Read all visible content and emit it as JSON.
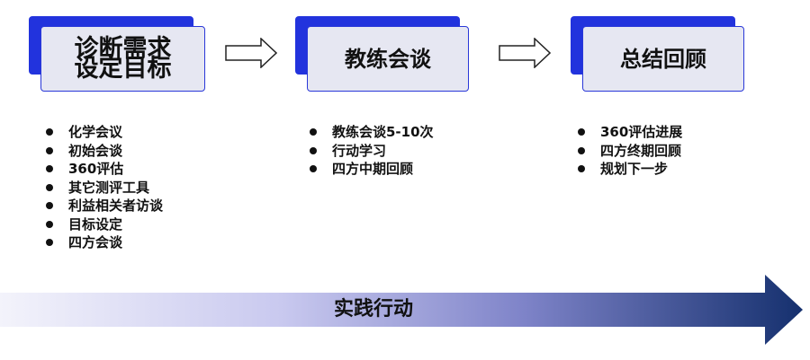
{
  "stages": [
    {
      "title": "诊断需求\n设定目标",
      "bullets": [
        "化学会议",
        "初始会谈",
        "360评估",
        "其它测评工具",
        "利益相关者访谈",
        "目标设定",
        "四方会谈"
      ]
    },
    {
      "title": "教练会谈",
      "bullets": [
        "教练会谈5-10次",
        "行动学习",
        "四方中期回顾"
      ]
    },
    {
      "title": "总结回顾",
      "bullets": [
        "360评估进展",
        "四方终期回顾",
        "规划下一步"
      ]
    }
  ],
  "action": {
    "label": "实践行动"
  },
  "colors": {
    "accent": "#2233dd",
    "card_fill": "#e6e7f2",
    "bar_start": "#f1f1fb",
    "bar_end": "#15306e"
  }
}
